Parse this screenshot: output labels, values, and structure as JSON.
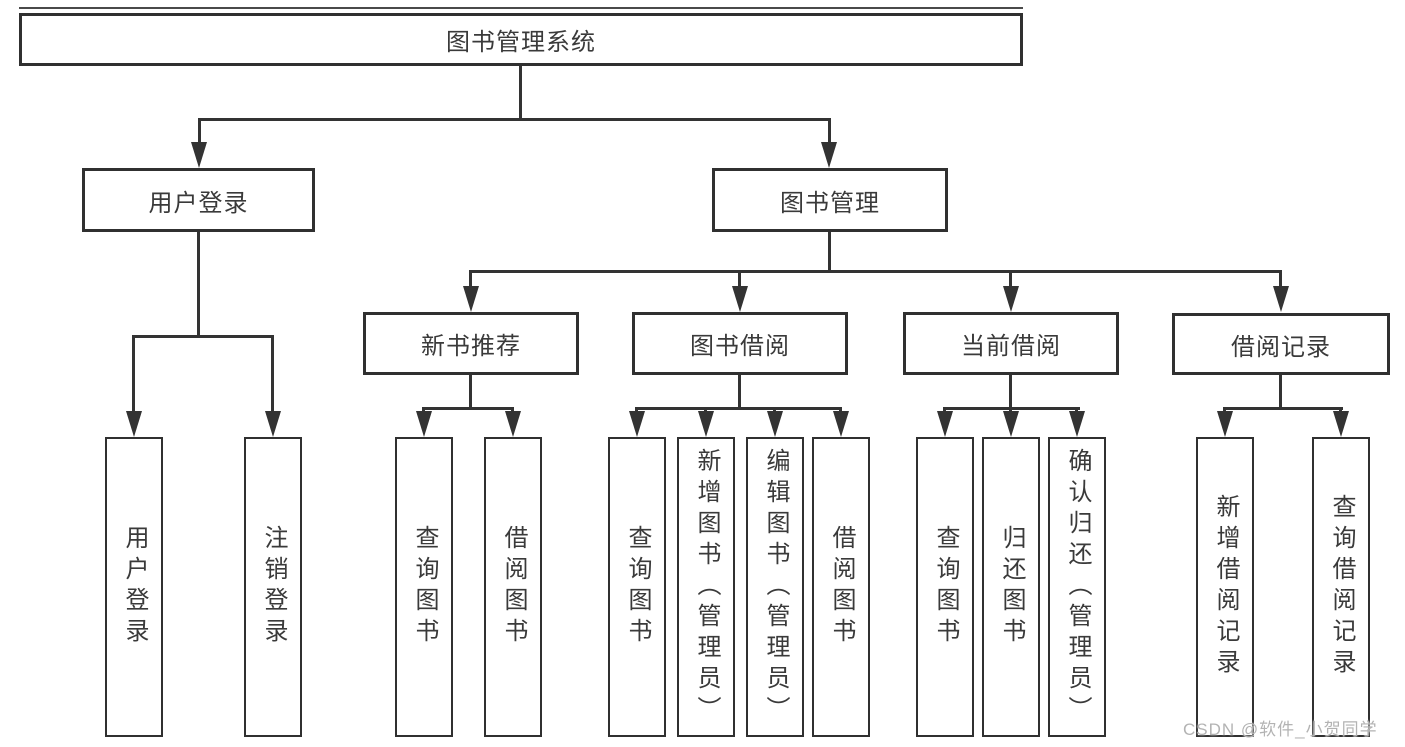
{
  "diagram": {
    "type": "hierarchy-diagram",
    "background_color": "#ffffff",
    "line_color": "#333333",
    "box_border_color": "#303030",
    "text_color": "#3a3a3a",
    "watermark_color": "#b3b3b3"
  },
  "tree": {
    "label": "图书管理系统",
    "children": [
      {
        "label": "用户登录",
        "children": [
          {
            "label": "用户登录"
          },
          {
            "label": "注销登录"
          }
        ]
      },
      {
        "label": "图书管理",
        "children": [
          {
            "label": "新书推荐",
            "children": [
              {
                "label": "查询图书"
              },
              {
                "label": "借阅图书"
              }
            ]
          },
          {
            "label": "图书借阅",
            "children": [
              {
                "label": "查询图书"
              },
              {
                "label": "新增图书（管理员）"
              },
              {
                "label": "编辑图书（管理员）"
              },
              {
                "label": "借阅图书"
              }
            ]
          },
          {
            "label": "当前借阅",
            "children": [
              {
                "label": "查询图书"
              },
              {
                "label": "归还图书"
              },
              {
                "label": "确认归还（管理员）"
              }
            ]
          },
          {
            "label": "借阅记录",
            "children": [
              {
                "label": "新增借阅记录"
              },
              {
                "label": "查询借阅记录"
              }
            ]
          }
        ]
      }
    ]
  },
  "watermark": "CSDN @软件_小贺同学"
}
